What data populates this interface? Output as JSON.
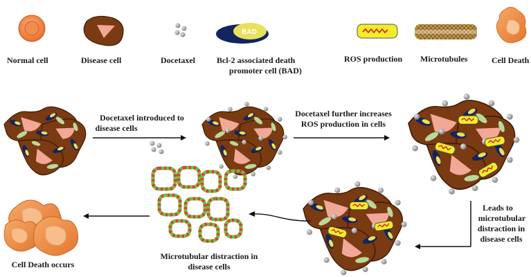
{
  "legend": {
    "normal_cell": "Normal cell",
    "disease_cell": "Disease cell",
    "docetaxel": "Docetaxel",
    "bad_line1": "Bcl-2  associated death",
    "bad_line2": "promoter cell (BAD)",
    "bad_badge": "BAD",
    "ros": "ROS production",
    "microtubules": "Microtubules",
    "cell_death": "Cell Death"
  },
  "steps": {
    "step1_line1": "Docetaxel introduced to",
    "step1_line2": "disease cells",
    "step2_line1": "Docetaxel further increases",
    "step2_line2": "ROS production in cells",
    "step3_line1": "Leads to",
    "step3_line2": "microtubular",
    "step3_line3": "distraction in",
    "step3_line4": "disease cells",
    "step4_line1": "Microtubular distraction in",
    "step4_line2": "disease cells",
    "step5": "Cell Death occurs"
  },
  "colors": {
    "disease_brown": "#7a3a12",
    "disease_outline": "#3e1a05",
    "nucleus_pink": "#f2a896",
    "bad_navy": "#14245e",
    "bad_yellow": "#e8e05a",
    "ros_yellow": "#f4ec2a",
    "ros_red": "#d61f1f",
    "green_oval": "#b9d99a",
    "docetaxel_grey": "#8a8a8a",
    "normal_orange": "#ef8a4a",
    "death_orange": "#ef9450",
    "microtubule_green": "#69c23a",
    "microtubule_red": "#e23a3a"
  },
  "icons": [
    "normal-cell-icon",
    "disease-cell-icon",
    "docetaxel-icon",
    "bad-cell-icon",
    "ros-icon",
    "microtubule-icon",
    "cell-death-icon"
  ]
}
